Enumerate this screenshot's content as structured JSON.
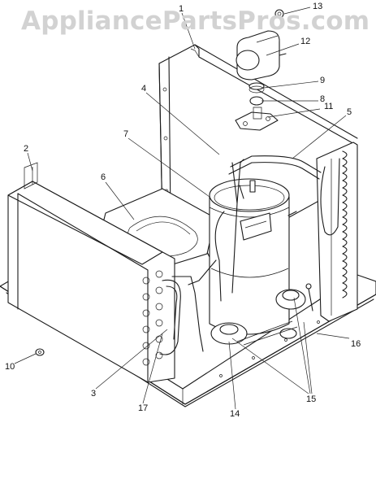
{
  "watermark": "AppliancePartsPros.com",
  "callouts": {
    "c1": "1",
    "c2": "2",
    "c3": "3",
    "c4": "4",
    "c5": "5",
    "c6": "6",
    "c7": "7",
    "c8": "8",
    "c9": "9",
    "c10": "10",
    "c11": "11",
    "c12": "12",
    "c13": "13",
    "c14": "14",
    "c15": "15",
    "c16": "16",
    "c17": "17"
  },
  "colors": {
    "line": "#1a1a1a",
    "watermark": "#d2d2d2",
    "background": "#ffffff"
  }
}
